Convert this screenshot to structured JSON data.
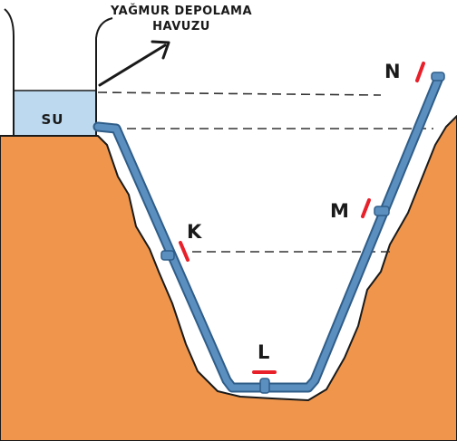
{
  "caption": {
    "line1": "YAĞMUR DEPOLAMA",
    "line2": "HAVUZU"
  },
  "tank_label": "SU",
  "points": {
    "K": "K",
    "L": "L",
    "M": "M",
    "N": "N"
  },
  "colors": {
    "ground": "#f0964c",
    "pipe": "#5b8fc0",
    "pipe_highlight": "#b9d6ee",
    "water": "#bcd9ef",
    "valve": "#e8202a",
    "outline": "#1a1a1a"
  }
}
